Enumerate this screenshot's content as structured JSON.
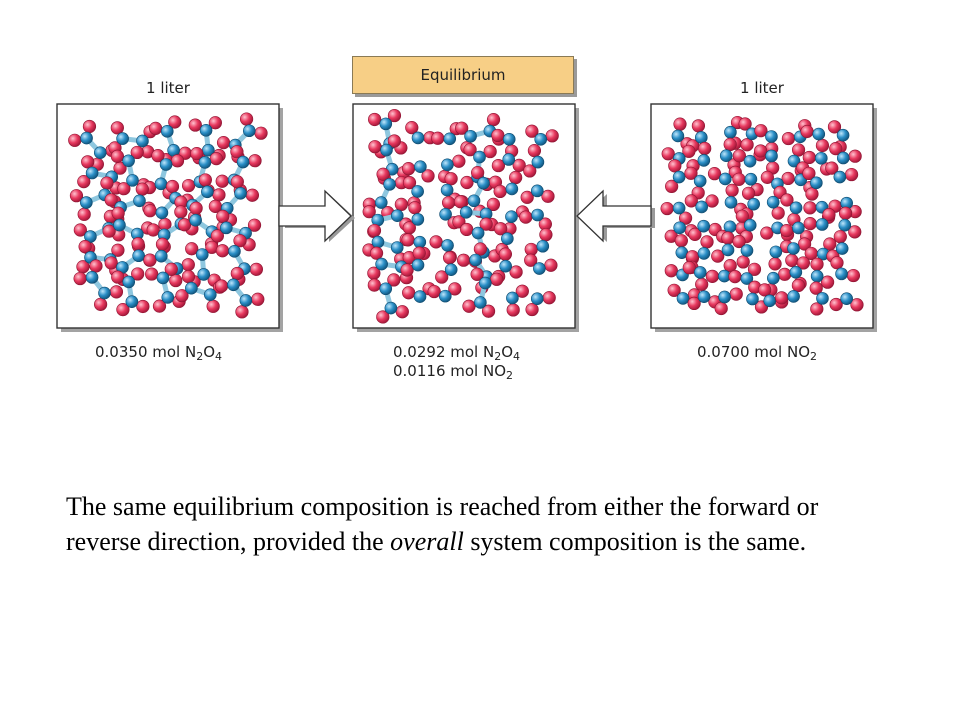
{
  "left_box": {
    "title": "1 liter",
    "label": {
      "amount": "0.0350 mol",
      "formula": "N",
      "sub1": "2",
      "formula2": "O",
      "sub2": "4"
    }
  },
  "middle_box": {
    "tag": "Equilibrium",
    "label_line1": {
      "amount": "0.0292 mol",
      "formula": "N",
      "sub1": "2",
      "formula2": "O",
      "sub2": "4"
    },
    "label_line2": {
      "amount": "0.0116 mol",
      "formula": "NO",
      "sub1": "2"
    }
  },
  "right_box": {
    "title": "1 liter",
    "label": {
      "amount": "0.0700 mol",
      "formula": "NO",
      "sub1": "2"
    }
  },
  "caption": {
    "part1": "The same equilibrium composition is reached from either the forward or reverse direction, provided the ",
    "emphasis": "overall",
    "part2": " system composition is the same."
  },
  "colors": {
    "oxygen": "#e8395f",
    "nitrogen": "#2a8fc7",
    "bond": "#8ec7df",
    "arrow_fill": "#ffffff",
    "tag_fill": "#f7cf86"
  },
  "icons": {
    "arrow_left_box": "arrow-right-icon",
    "arrow_right_box": "arrow-left-icon"
  }
}
